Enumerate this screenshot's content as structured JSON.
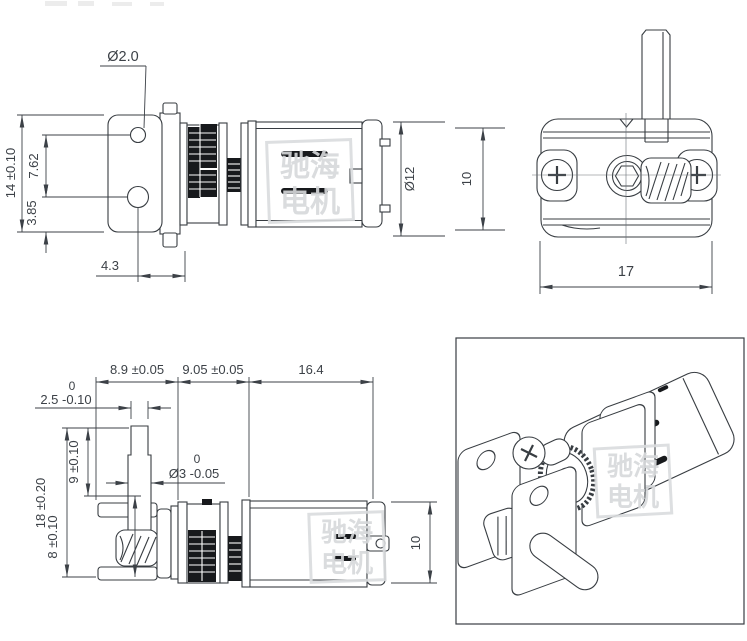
{
  "drawing": {
    "background": "#ffffff",
    "line_color": "#383d42",
    "dim_color": "#3c4147",
    "watermark": {
      "line1": "驰海",
      "line2": "电机",
      "color": "#d7d9db"
    },
    "views": {
      "side_flange": {
        "hole_diameter": "Ø2.0",
        "flange_height": "14 ±0.10",
        "hole_pitch": "7.62",
        "hole_offset": "3.85",
        "hole_to_face": "4.3"
      },
      "end_view": {
        "motor_diameter": "Ø12",
        "gearbox_height": "10",
        "body_width": "17"
      },
      "side_shaft": {
        "bracket_length": "8.9 ±0.05",
        "gearbox_length": "9.05 ±0.05",
        "motor_length": "16.4",
        "shaft_flat_upper_limit": "0",
        "shaft_flat": "2.5 -0.10",
        "shaft_length": "9 ±0.10",
        "shaft_diameter_upper_limit": "0",
        "shaft_diameter": "Ø3 -0.05",
        "overall_height": "18 ±0.20",
        "base_height": "8 ±0.10",
        "motor_height": "10"
      }
    }
  }
}
